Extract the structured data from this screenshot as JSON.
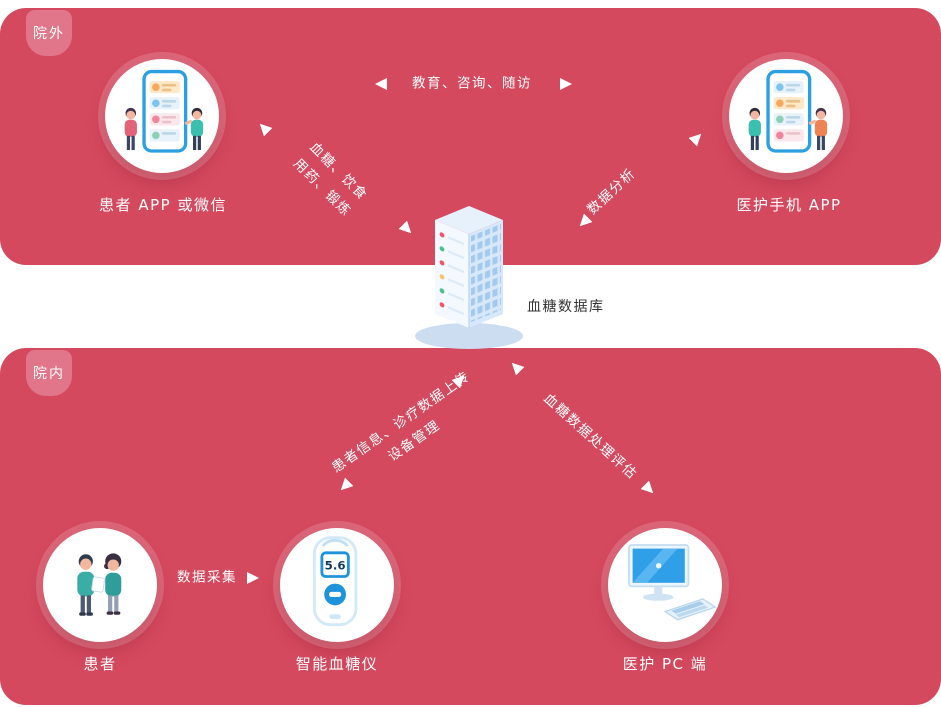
{
  "zones": {
    "outside": {
      "label": "院外"
    },
    "inside": {
      "label": "院内"
    }
  },
  "nodes": {
    "patient_app": {
      "label": "患者 APP 或微信"
    },
    "medical_app": {
      "label": "医护手机 APP"
    },
    "database": {
      "label": "血糖数据库"
    },
    "patient": {
      "label": "患者"
    },
    "glucometer": {
      "label": "智能血糖仪",
      "reading": "5.6"
    },
    "pc": {
      "label": "医护 PC 端"
    }
  },
  "edges": {
    "education": {
      "label": "教育、咨询、随访"
    },
    "upload_top": {
      "line1": "血糖、饮食",
      "line2": "用药、锻炼"
    },
    "analysis": {
      "label": "数据分析"
    },
    "patient_upload": {
      "line1": "患者信息、诊疗数据上传",
      "line2": "设备管理"
    },
    "glucose_eval": {
      "label": "血糖数据处理评估"
    },
    "collection": {
      "label": "数据采集"
    }
  },
  "colors": {
    "zone_red": "#d5495f",
    "badge_pink": "#e1768a",
    "accent_blue": "#2b9fe2",
    "teal": "#3bbfae",
    "text_on_red": "#ffffff",
    "db_label": "#333333"
  }
}
